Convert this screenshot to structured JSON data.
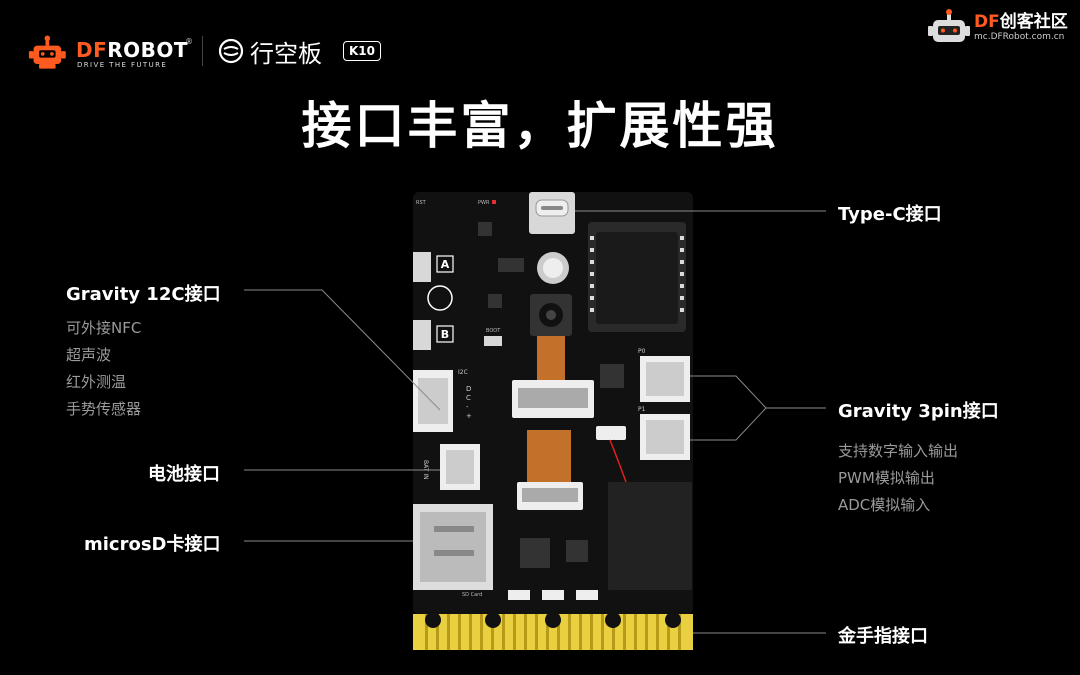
{
  "header": {
    "brand_prefix": "DF",
    "brand_suffix": "ROBOT",
    "brand_registered": "®",
    "brand_tagline": "DRIVE THE FUTURE",
    "product_name": "行空板",
    "product_badge": "K10",
    "community_prefix": "DF",
    "community_suffix": "创客社区",
    "community_url": "mc.DFRobot.com.cn"
  },
  "title": "接口丰富，扩展性强",
  "labels": {
    "type_c": "Type-C接口",
    "i2c": "Gravity 12C接口",
    "i2c_uses": [
      "可外接NFC",
      "超声波",
      "红外测温",
      "手势传感器"
    ],
    "gravity_3pin": "Gravity 3pin接口",
    "gravity_3pin_uses": [
      "支持数字输入输出",
      "PWM模拟输出",
      "ADC模拟输入"
    ],
    "battery": "电池接口",
    "microsd": "microsD卡接口",
    "gold_finger": "金手指接口"
  },
  "board_text": {
    "btn_a": "A",
    "btn_b": "B",
    "rst": "RST",
    "pwr": "PWR",
    "boot": "BOOT",
    "i2c_silk": "I2C",
    "i2c_pins": [
      "D",
      "C",
      "-",
      "+"
    ],
    "p0": "P0",
    "p1": "P1",
    "batin": "BAT IN",
    "sd_card": "SD Card"
  },
  "colors": {
    "accent": "#ff5a1f",
    "board": "#111111",
    "gold": "#e8d040",
    "callout_line": "#8a8a8a",
    "sub_text": "#9a9a9a"
  }
}
